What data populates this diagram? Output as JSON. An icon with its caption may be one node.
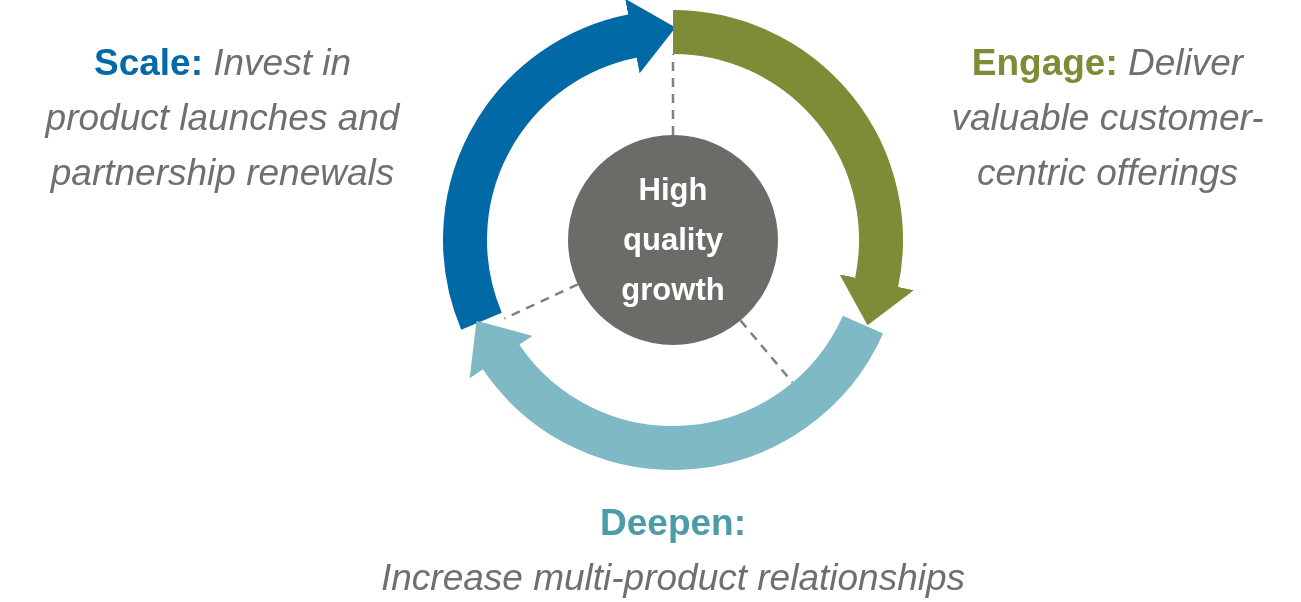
{
  "diagram": {
    "nodes": [
      {
        "text": [
          "High quality growth"
        ]
      },
      {
        "text": [
          "Scale:",
          "Invest in product launches and partnership renewals"
        ]
      },
      {
        "text": [
          "Engage:",
          "Deliver valuable customer-centric offerings"
        ]
      },
      {
        "text": [
          "Deepen:",
          "Increase multi-product relationships"
        ]
      },
      {
        "text": [],
        "shape": "arrow"
      },
      {
        "text": [],
        "shape": "arrow"
      },
      {
        "text": [],
        "shape": "arrow"
      }
    ],
    "edges": [
      {
        "from": 0,
        "to": 4,
        "arrow": "none",
        "style": "dashed"
      },
      {
        "from": 0,
        "to": 6,
        "arrow": "none",
        "style": "dashed"
      },
      {
        "from": 0,
        "to": 4,
        "arrow": "none",
        "style": "dashed"
      }
    ]
  }
}
